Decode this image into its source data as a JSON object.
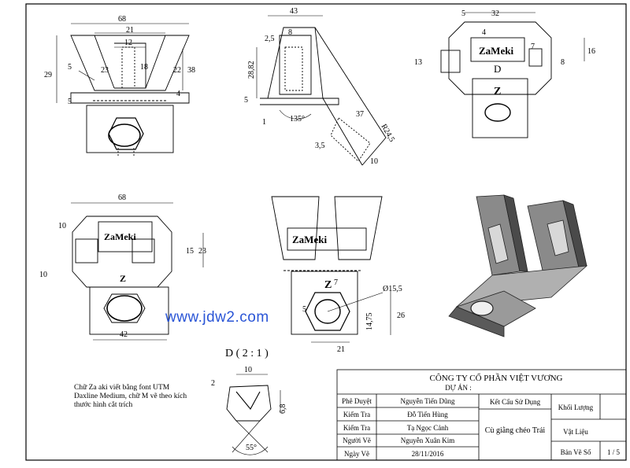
{
  "drawing": {
    "title_company": "CÔNG TY CỔ PHẦN VIỆT VƯƠNG",
    "project_label": "DỰ ÁN :",
    "detail_view_label": "D ( 2 : 1 )",
    "section_letter": "D",
    "engraved_text": "ZaMeki",
    "engraved_letter": "Z",
    "watermark": "www.jdw2.com",
    "note_lines": [
      "Chữ Za   aki viết bằng font UTM",
      "Daxline Medium, chữ M vẽ theo kích",
      "thước hình cắt trích"
    ]
  },
  "title_block": {
    "rows": [
      {
        "role": "Phê Duyệt",
        "name": "Nguyễn Tiến Dũng"
      },
      {
        "role": "Kiểm Tra",
        "name": "Đỗ Tiến Hùng"
      },
      {
        "role": "Kiểm Tra",
        "name": "Tạ Ngọc Cảnh"
      },
      {
        "role": "Người Vẽ",
        "name": "Nguyễn Xuân Kim"
      },
      {
        "role": "Ngày Vẽ",
        "name": "28/11/2016"
      }
    ],
    "structure_label": "Kết Cấu Sử Dụng",
    "part_name": "Cù giằng chéo Trái",
    "mass_label": "Khối Lượng",
    "material_label": "Vật Liệu",
    "drawing_no_label": "Bản Vẽ Số",
    "sheet": "1 / 5"
  },
  "dims": {
    "front": [
      "68",
      "21",
      "12",
      "5",
      "23",
      "18",
      "22",
      "38",
      "29",
      "4",
      "5"
    ],
    "side": [
      "43",
      "2,5",
      "8",
      "28,82",
      "5",
      "1",
      "135°",
      "37",
      "R24,5",
      "3,5",
      "10"
    ],
    "top_right": [
      "5",
      "32",
      "4",
      "7",
      "16",
      "13",
      "8"
    ],
    "plan": [
      "68",
      "10",
      "15",
      "23",
      "10",
      "42"
    ],
    "iso": [
      "Ø15,5",
      "7",
      "5",
      "14,75",
      "26",
      "21"
    ],
    "detail": [
      "10",
      "2",
      "6,8",
      "55°"
    ]
  }
}
